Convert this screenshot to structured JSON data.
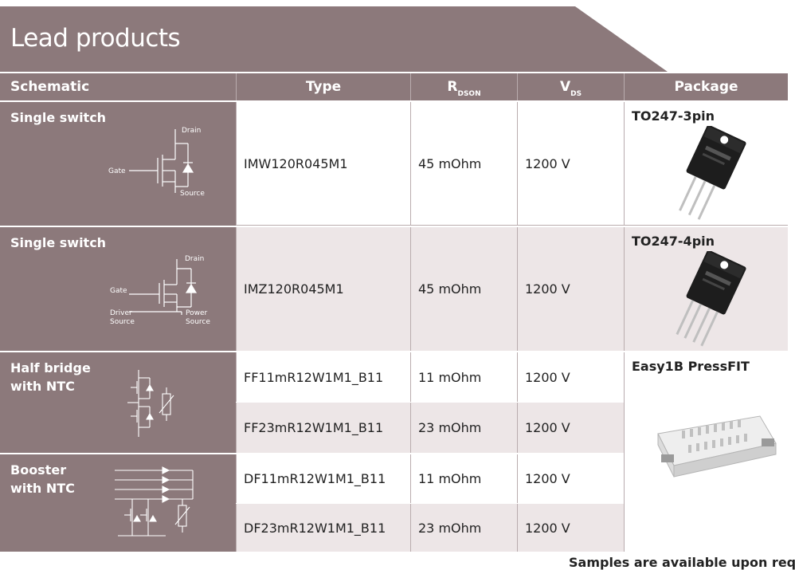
{
  "title": "Lead products",
  "columns": {
    "schematic": "Schematic",
    "type": "Type",
    "rdson_main": "R",
    "rdson_sub": "DSON",
    "vds_main": "V",
    "vds_sub": "DS",
    "package": "Package"
  },
  "groups": [
    {
      "schematic": "Single switch",
      "package": "TO247-3pin",
      "labels": {
        "drain": "Drain",
        "gate": "Gate",
        "source": "Source"
      }
    },
    {
      "schematic": "Single switch",
      "package": "TO247-4pin",
      "labels": {
        "drain": "Drain",
        "gate": "Gate",
        "driver": "Driver",
        "driver2": "Source",
        "power": "Power",
        "power2": "Source"
      }
    },
    {
      "schematic": "Half bridge\nwith NTC",
      "package": "Easy1B PressFIT"
    },
    {
      "schematic": "Booster\nwith NTC",
      "package": ""
    }
  ],
  "rows": [
    {
      "type": "IMW120R045M1",
      "rdson": "45 mOhm",
      "vds": "1200 V"
    },
    {
      "type": "IMZ120R045M1",
      "rdson": "45 mOhm",
      "vds": "1200 V"
    },
    {
      "type": "FF11mR12W1M1_B11",
      "rdson": "11 mOhm",
      "vds": "1200 V"
    },
    {
      "type": "FF23mR12W1M1_B11",
      "rdson": "23 mOhm",
      "vds": "1200 V"
    },
    {
      "type": "DF11mR12W1M1_B11",
      "rdson": "11 mOhm",
      "vds": "1200 V"
    },
    {
      "type": "DF23mR12W1M1_B11",
      "rdson": "23 mOhm",
      "vds": "1200 V"
    }
  ],
  "footer": "Samples are available upon request",
  "colors": {
    "banner": "#8c797b",
    "shaded_row": "#ede6e7",
    "text": "#222222"
  }
}
